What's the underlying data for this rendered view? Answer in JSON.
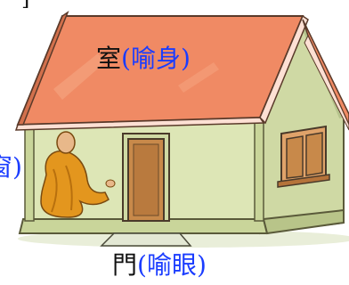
{
  "labels": {
    "room": {
      "main": "室",
      "paren": "(喻身)"
    },
    "door": {
      "main": "門",
      "paren": "(喻眼)"
    },
    "window": {
      "paren": "窗)"
    },
    "top_fragment": "ㄧ]"
  },
  "colors": {
    "roof": "#f08a64",
    "roof_edge": "#fde0d4",
    "wall": "#dde6b6",
    "door": "#c8894a",
    "label_blue": "#1a3cff",
    "robe": "#e3961e"
  }
}
